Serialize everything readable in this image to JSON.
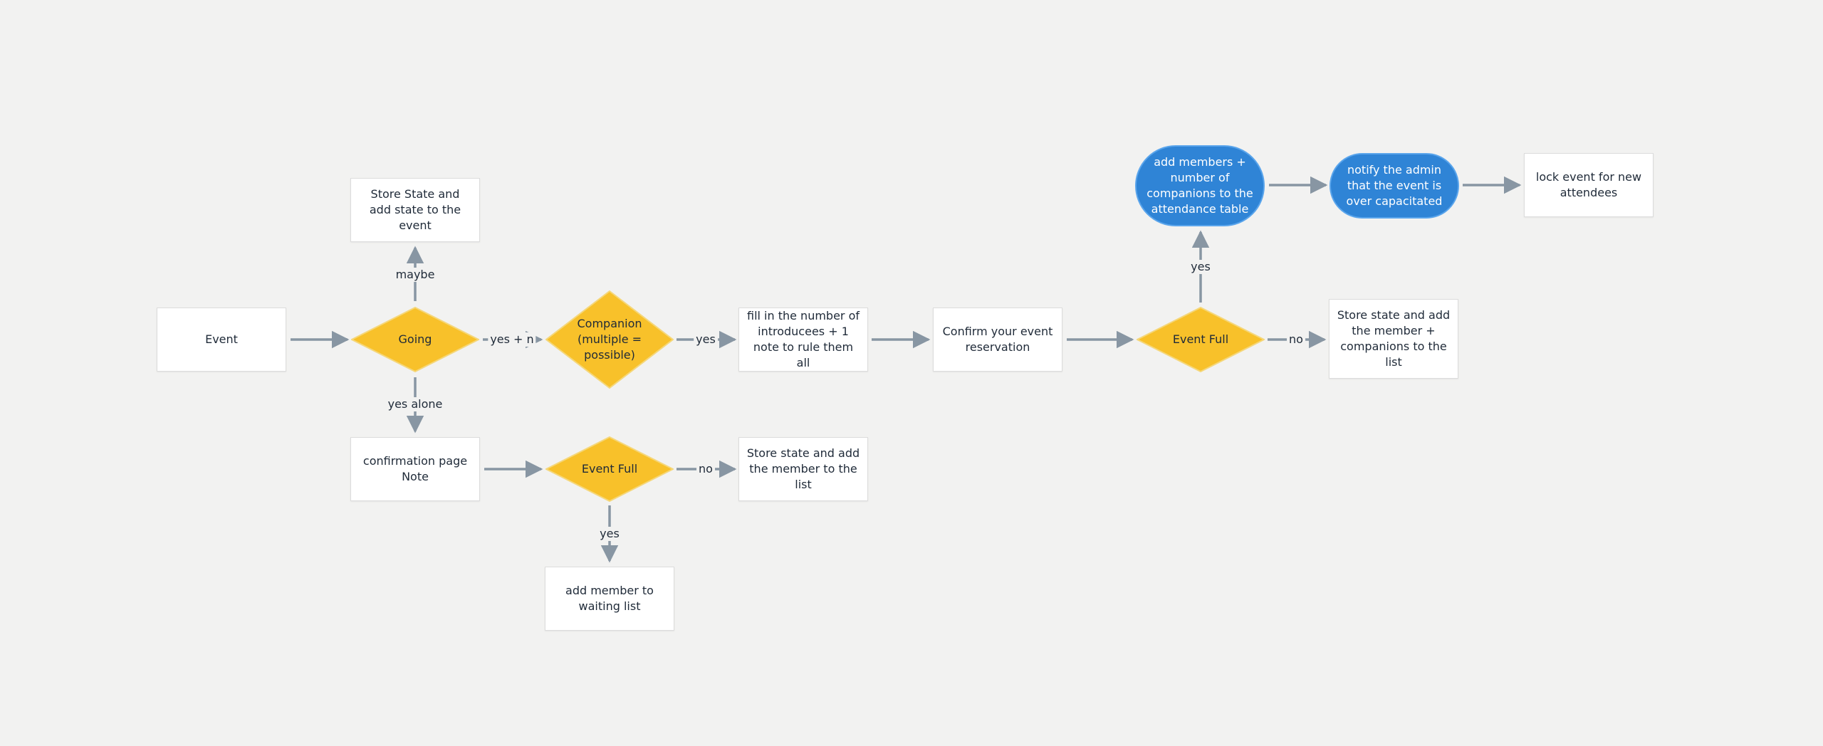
{
  "nodes": {
    "event": "Event",
    "going": "Going",
    "store_state_event": "Store State and add state to the event",
    "confirmation_page": "confirmation page Note",
    "companion": "Companion (multiple = possible)",
    "event_full_lower": "Event Full",
    "add_waiting": "add member to waiting list",
    "store_member_list": "Store state and add the member to the list",
    "fill_number": "fill in the number of introducees + 1 note to rule them all",
    "confirm_reservation": "Confirm your event reservation",
    "event_full_upper": "Event Full",
    "store_member_companions": "Store state and add the member + companions to the list",
    "add_members_attendance": "add members + number of companions to the attendance table",
    "notify_admin": "notify the admin that the event is over capacitated",
    "lock_event": "lock event for new attendees"
  },
  "edge_labels": {
    "maybe": "maybe",
    "yes_n": "yes + n",
    "yes_alone": "yes alone",
    "yes_companion": "yes",
    "no_lower": "no",
    "yes_lower": "yes",
    "no_upper": "no",
    "yes_upper": "yes"
  },
  "colors": {
    "decision": "#f8c12a",
    "decision_border": "#f5d77a",
    "process": "#ffffff",
    "terminal": "#2f84d6",
    "connector": "#8896a3",
    "background": "#f2f2f1"
  }
}
